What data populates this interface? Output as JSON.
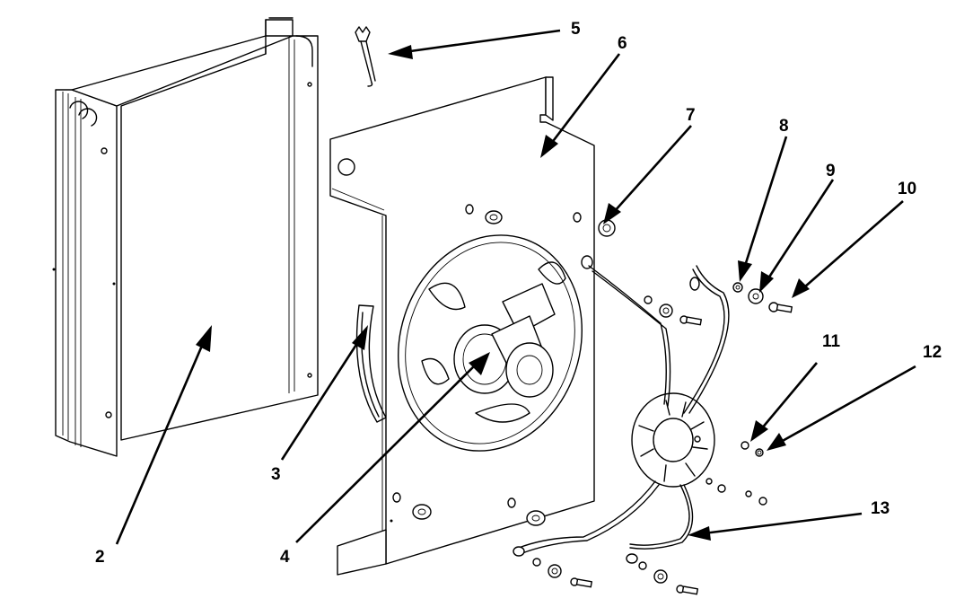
{
  "diagram": {
    "callouts": [
      {
        "id": "c2",
        "label": "2"
      },
      {
        "id": "c3",
        "label": "3"
      },
      {
        "id": "c4",
        "label": "4"
      },
      {
        "id": "c5",
        "label": "5"
      },
      {
        "id": "c6",
        "label": "6"
      },
      {
        "id": "c7",
        "label": "7"
      },
      {
        "id": "c8",
        "label": "8"
      },
      {
        "id": "c9",
        "label": "9"
      },
      {
        "id": "c10",
        "label": "10"
      },
      {
        "id": "c11",
        "label": "11"
      },
      {
        "id": "c12",
        "label": "12"
      },
      {
        "id": "c13",
        "label": "13"
      }
    ],
    "colors": {
      "line": "#000000",
      "background": "#ffffff"
    }
  }
}
